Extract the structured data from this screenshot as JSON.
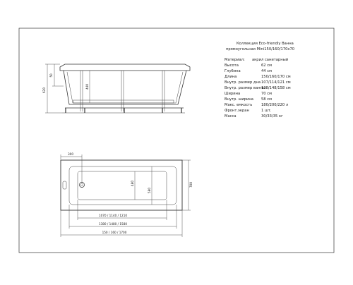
{
  "spec": {
    "header_line1": "Коллекция Eco-friendly Ванна",
    "header_line2": "прямоугольная Mini150/160/170x70",
    "rows": [
      {
        "label": "Материал:",
        "value": "акрил санитарный"
      },
      {
        "label": "Высота",
        "value": "62 см"
      },
      {
        "label": "Глубина",
        "value": "44 см"
      },
      {
        "label": "Длина",
        "value": "150/160/170 см"
      },
      {
        "label": "Внутр. размер дна",
        "value": "107/114/121 см"
      },
      {
        "label": "Внутр. размер ванны",
        "value": "138/148/158 см"
      },
      {
        "label": "Ширина",
        "value": "70 см"
      },
      {
        "label": "Внутр. ширина",
        "value": "58 см"
      },
      {
        "label": "Макс. емкость",
        "value": "180/200/220 л"
      },
      {
        "label": "Фронт.экран",
        "value": "1 шт."
      },
      {
        "label": "Масса",
        "value": "30/33/35 кг"
      }
    ]
  },
  "side_view": {
    "dim_total_height": "620",
    "dim_rim": "50",
    "dim_depth": "440"
  },
  "top_view": {
    "dim_drain_offset": "300",
    "dim_width": "700",
    "dim_inner_width": "580",
    "dim_bottom_width": "480",
    "dim_bottom_length": "1070 / 1140 / 1210",
    "dim_inner_length": "1380 / 1480 / 1580",
    "dim_total_length": "150 / 160 / 1700"
  }
}
